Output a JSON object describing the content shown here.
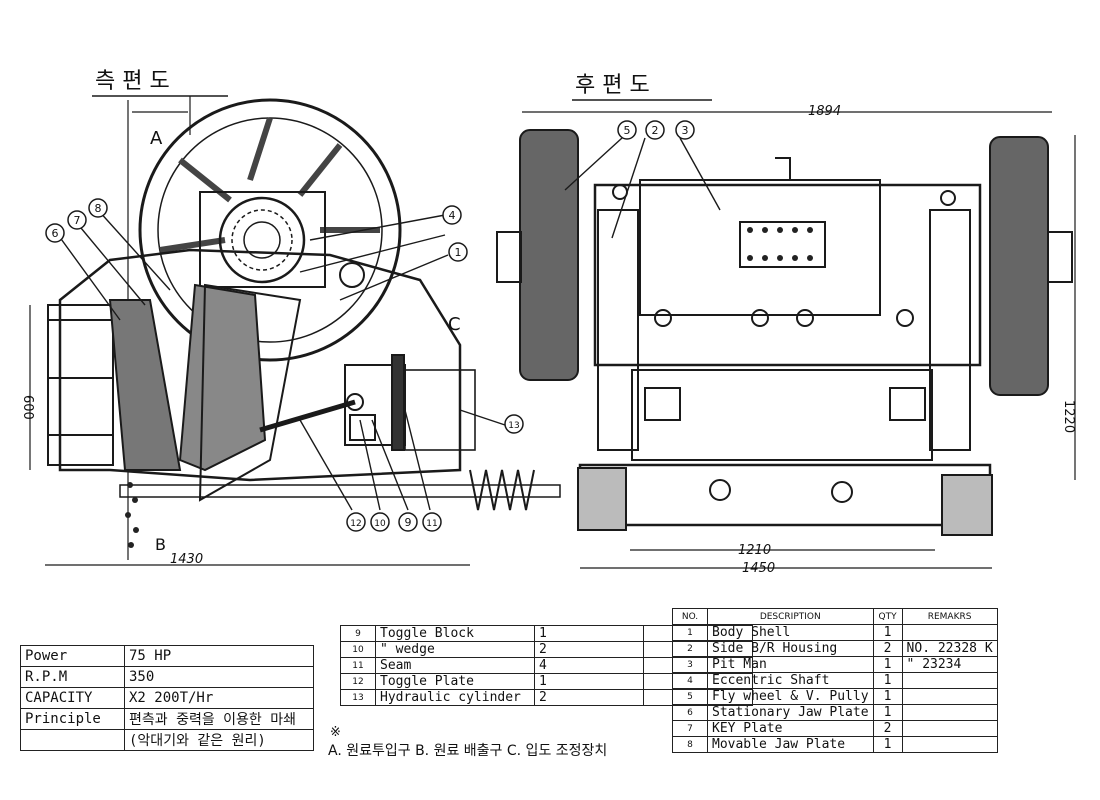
{
  "views": {
    "side_title": "측 편 도",
    "rear_title": "후 편 도"
  },
  "side_view": {
    "label_a": "A",
    "label_b": "B",
    "label_c": "C",
    "dim_width": "1430",
    "dim_height": "600"
  },
  "rear_view": {
    "dim_overall": "1894",
    "dim_inner": "1210",
    "dim_base": "1450",
    "dim_height": "1220"
  },
  "callouts": [
    "1",
    "2",
    "3",
    "4",
    "5",
    "6",
    "7",
    "8",
    "9",
    "10",
    "11",
    "12",
    "13"
  ],
  "specs": [
    {
      "key": "Power",
      "value": "75 HP"
    },
    {
      "key": "R.P.M",
      "value": "350"
    },
    {
      "key": "CAPACITY",
      "value": "X2  200T/Hr"
    },
    {
      "key": "Principle",
      "value": "편측과 중력을 이용한 마쇄"
    },
    {
      "key": "",
      "value": "(악대기와 같은 원리)"
    }
  ],
  "parts_lower": [
    {
      "no": "9",
      "desc": "Toggle Block",
      "qty": "1"
    },
    {
      "no": "10",
      "desc": "\" wedge",
      "qty": "2"
    },
    {
      "no": "11",
      "desc": "Seam",
      "qty": "4"
    },
    {
      "no": "12",
      "desc": "Toggle Plate",
      "qty": "1"
    },
    {
      "no": "13",
      "desc": "Hydraulic cylinder",
      "qty": "2"
    }
  ],
  "parts_header": {
    "no": "NO.",
    "desc": "DESCRIPTION",
    "qty": "QTY",
    "rem": "REMAKRS"
  },
  "parts_upper": [
    {
      "no": "1",
      "desc": "Body Shell",
      "qty": "1",
      "rem": ""
    },
    {
      "no": "2",
      "desc": "Side B/R Housing",
      "qty": "2",
      "rem": "NO. 22328 K"
    },
    {
      "no": "3",
      "desc": "Pit Man",
      "qty": "1",
      "rem": "\" 23234"
    },
    {
      "no": "4",
      "desc": "Eccentric Shaft",
      "qty": "1",
      "rem": ""
    },
    {
      "no": "5",
      "desc": "Fly wheel & V. Pully",
      "qty": "1",
      "rem": ""
    },
    {
      "no": "6",
      "desc": "Stationary Jaw Plate",
      "qty": "1",
      "rem": ""
    },
    {
      "no": "7",
      "desc": "KEY Plate",
      "qty": "2",
      "rem": ""
    },
    {
      "no": "8",
      "desc": "Movable Jaw Plate",
      "qty": "1",
      "rem": ""
    }
  ],
  "note": {
    "mark": "※",
    "text": "A. 원료투입구 B. 원료 배출구 C. 입도 조정장치"
  }
}
